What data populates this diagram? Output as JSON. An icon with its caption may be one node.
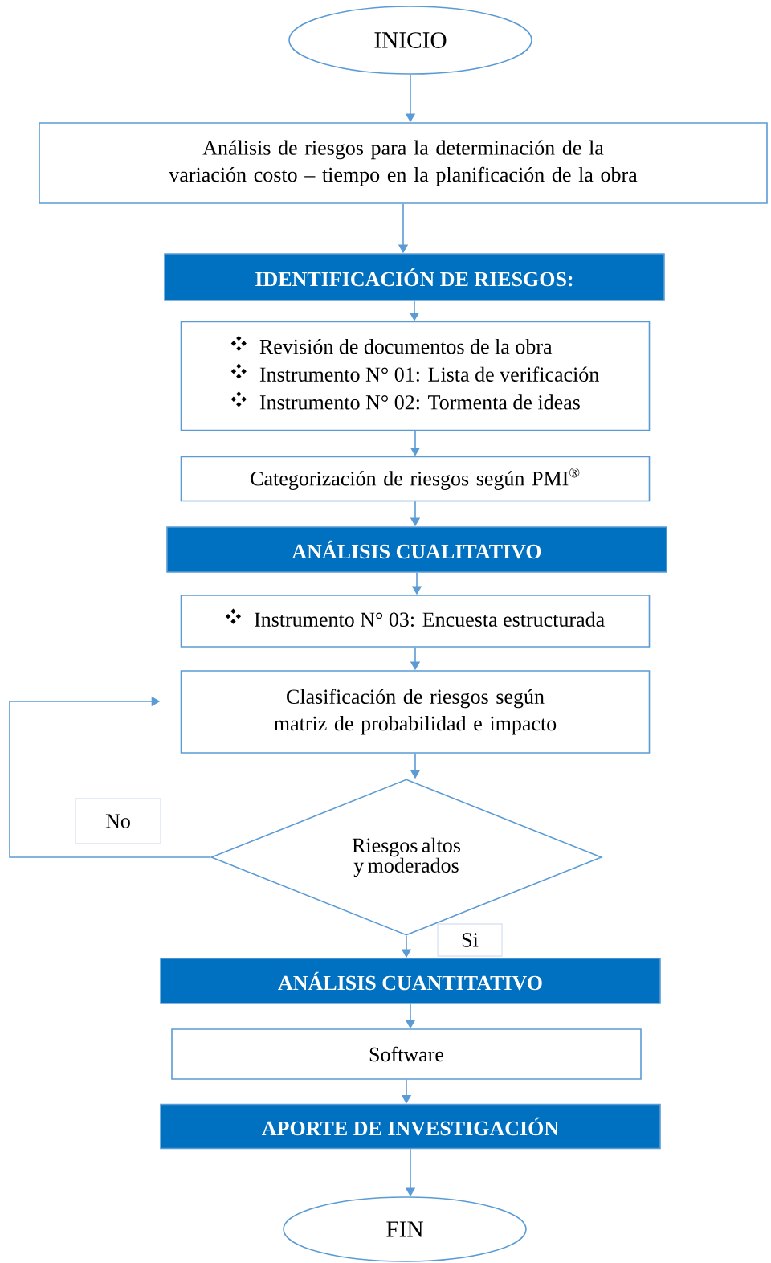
{
  "diagram": {
    "nodes": [
      {
        "text": [
          "INICIO"
        ]
      },
      {
        "text": [
          "Análisis de riesgos para la determinación de la variación costo – tiempo en la planificación de la obra"
        ]
      },
      {
        "text": [
          "IDENTIFICACIÓN DE RIESGOS:"
        ]
      },
      {
        "text": [
          "Revisión de documentos de la obra",
          "Instrumento N° 01: Lista de verificación",
          "Instrumento N° 02: Tormenta de ideas"
        ]
      },
      {
        "text": [
          "Categorización de riesgos según PMI$^{®}$"
        ]
      },
      {
        "text": [
          "ANÁLISIS CUALITATIVO"
        ]
      },
      {
        "text": [
          "Instrumento N° 03: Encuesta estructurada"
        ]
      },
      {
        "text": [
          "Clasificación de riesgos según matriz de probabilidad e impacto"
        ]
      },
      {
        "text": [
          "Riesgos altos y moderados"
        ]
      },
      {
        "text": [
          "ANÁLISIS CUANTITATIVO"
        ]
      },
      {
        "text": [
          "Software"
        ]
      },
      {
        "text": [
          "APORTE DE INVESTIGACIÓN"
        ]
      },
      {
        "text": [
          "FIN"
        ]
      }
    ],
    "edges": [
      {
        "from": 0,
        "to": 1,
        "arrow": "to"
      },
      {
        "from": 1,
        "to": 2,
        "arrow": "to"
      },
      {
        "from": 2,
        "to": 3,
        "arrow": "to"
      },
      {
        "from": 3,
        "to": 4,
        "arrow": "to"
      },
      {
        "from": 4,
        "to": 5,
        "arrow": "to"
      },
      {
        "from": 5,
        "to": 6,
        "arrow": "to"
      },
      {
        "from": 6,
        "to": 7,
        "arrow": "to"
      },
      {
        "from": 7,
        "to": 8,
        "arrow": "to"
      },
      {
        "from": 8,
        "to": 7,
        "arrow": "to",
        "label": "No"
      },
      {
        "from": 8,
        "to": 9,
        "arrow": "to",
        "label": "Si"
      },
      {
        "from": 9,
        "to": 10,
        "arrow": "to"
      },
      {
        "from": 10,
        "to": 11,
        "arrow": "to"
      },
      {
        "from": 11,
        "to": 12,
        "arrow": "to"
      }
    ]
  }
}
